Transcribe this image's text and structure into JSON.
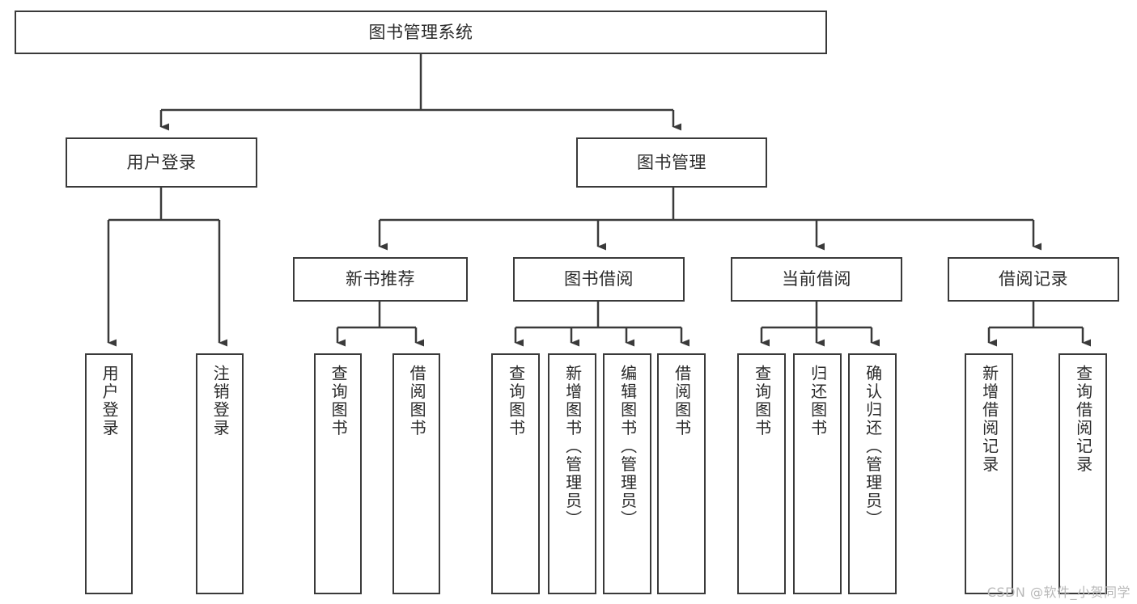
{
  "diagram": {
    "title": "图书管理系统",
    "type": "tree-hierarchy-chart",
    "stroke_color": "#3a3a3a",
    "background_color": "#ffffff",
    "text_color": "#2b2b2b"
  },
  "nodes": {
    "root": {
      "label": "图书管理系统"
    },
    "level2": [
      {
        "id": "user-login",
        "label": "用户登录"
      },
      {
        "id": "book-manage",
        "label": "图书管理"
      }
    ],
    "level3": [
      {
        "id": "new-book-recommend",
        "label": "新书推荐"
      },
      {
        "id": "book-borrow",
        "label": "图书借阅"
      },
      {
        "id": "current-borrow",
        "label": "当前借阅"
      },
      {
        "id": "borrow-record",
        "label": "借阅记录"
      }
    ],
    "leaves": {
      "user_login": [
        {
          "id": "leaf-user-login",
          "label": "用户登录"
        },
        {
          "id": "leaf-logout-login",
          "label": "注销登录"
        }
      ],
      "new_book_recommend": [
        {
          "id": "leaf-query-book-1",
          "label": "查询图书"
        },
        {
          "id": "leaf-borrow-book-1",
          "label": "借阅图书"
        }
      ],
      "book_borrow": [
        {
          "id": "leaf-query-book-2",
          "label": "查询图书"
        },
        {
          "id": "leaf-add-book",
          "label": "新增图书（管理员）"
        },
        {
          "id": "leaf-edit-book",
          "label": "编辑图书（管理员）"
        },
        {
          "id": "leaf-borrow-book-2",
          "label": "借阅图书"
        }
      ],
      "current_borrow": [
        {
          "id": "leaf-query-book-3",
          "label": "查询图书"
        },
        {
          "id": "leaf-return-book",
          "label": "归还图书"
        },
        {
          "id": "leaf-confirm-return",
          "label": "确认归还（管理员）"
        }
      ],
      "borrow_record": [
        {
          "id": "leaf-add-record",
          "label": "新增借阅记录"
        },
        {
          "id": "leaf-query-record",
          "label": "查询借阅记录"
        }
      ]
    }
  },
  "watermark": {
    "text": "CSDN @软件_小贺同学"
  }
}
